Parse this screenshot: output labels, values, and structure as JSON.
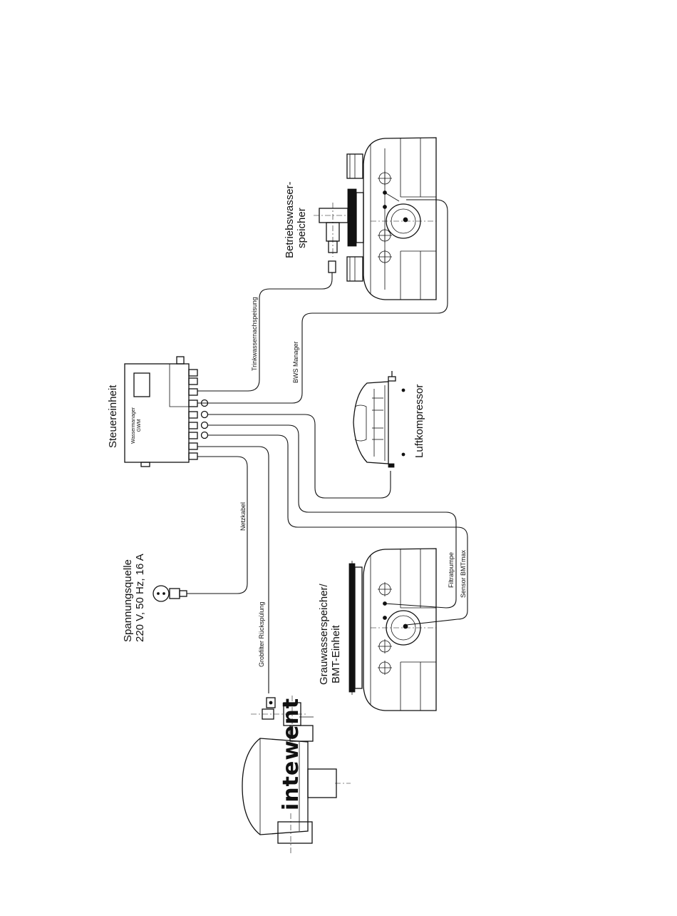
{
  "components": {
    "steuereinheit": {
      "label": "Steuereinheit",
      "device_line1": "Wassermanager",
      "device_line2": "GWM"
    },
    "betriebswasserspeicher": {
      "line1": "Betriebswasser-",
      "line2": "speicher"
    },
    "luftkompressor": {
      "label": "Luftkompressor"
    },
    "grauwasserspeicher": {
      "line1": "Grauwasserspeicher/",
      "line2": "BMT-Einheit"
    },
    "spannungsquelle": {
      "line1": "Spannungsquelle",
      "line2": "220 V, 50 Hz, 16 A"
    },
    "filter": {
      "logo": "intewent"
    }
  },
  "cables": {
    "trinkwasser": "Trinkwassernachspeisung",
    "bws_manager": "BWS Manager",
    "netzkabel": "Netzkabel",
    "grobfilter": "Grobfilter Rückspülung",
    "filtratpumpe": "Filtratpumpe",
    "sensor": "Sensor BMTmax"
  }
}
